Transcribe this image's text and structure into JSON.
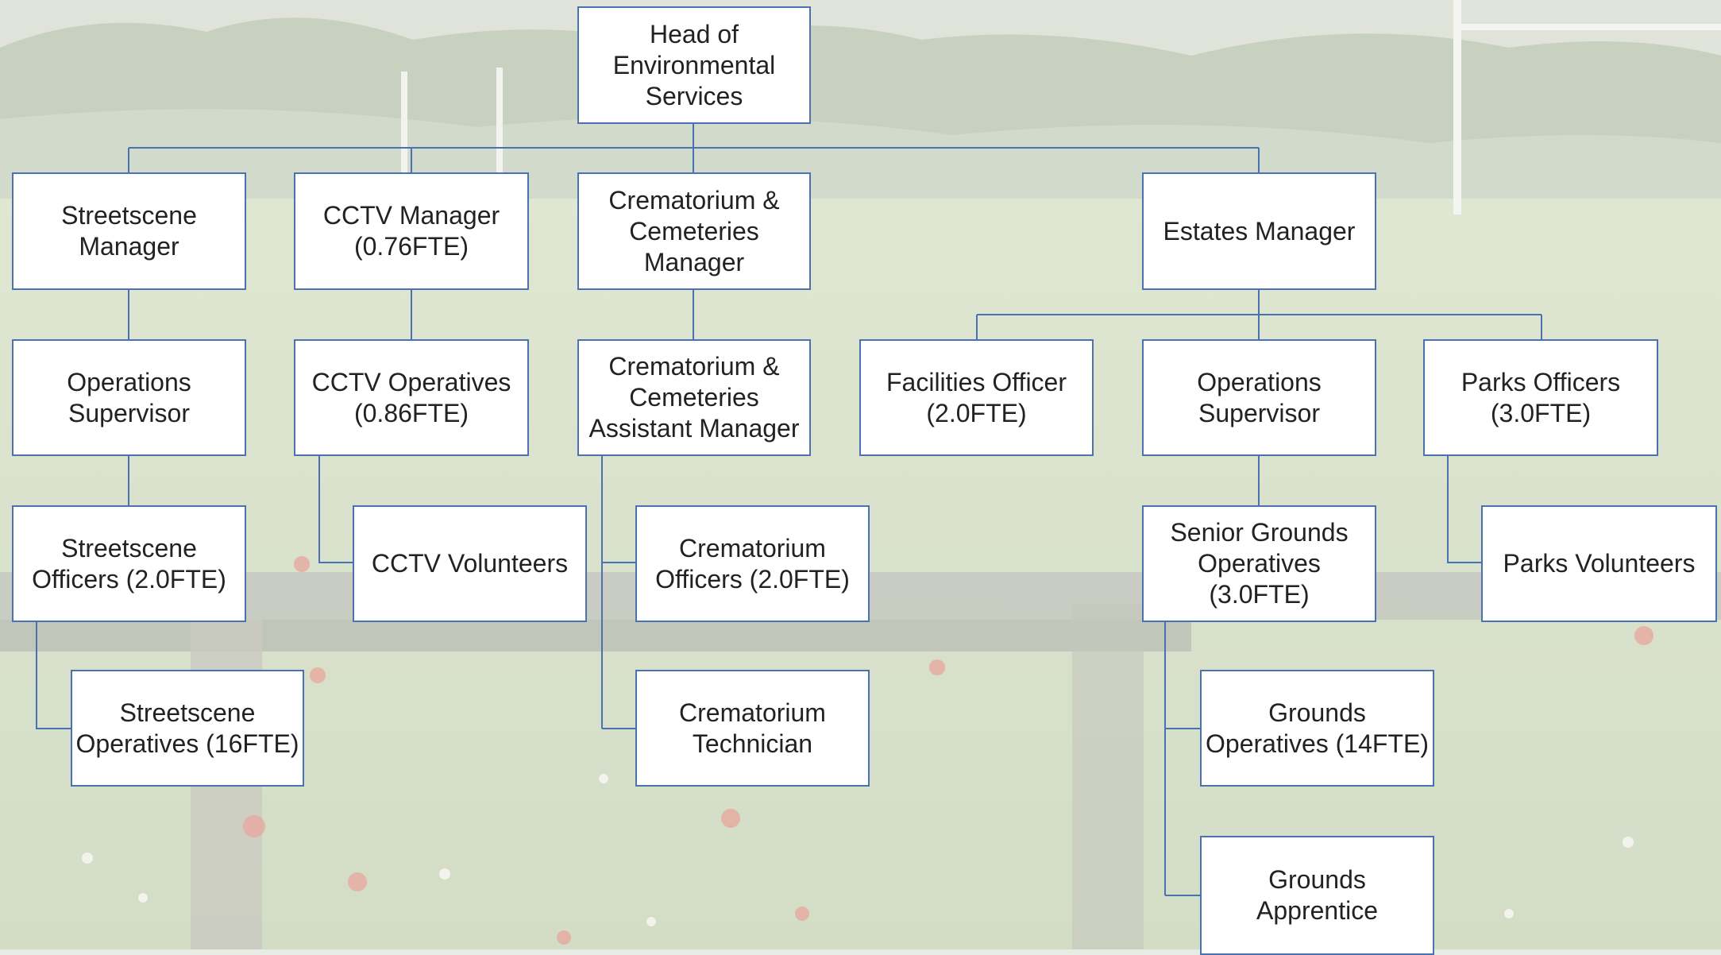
{
  "org_chart": {
    "head": "Head of\nEnvironmental\nServices",
    "streetscene": {
      "manager": "Streetscene\nManager",
      "supervisor": "Operations\nSupervisor",
      "officers": "Streetscene\nOfficers (2.0FTE)",
      "operatives": "Streetscene\nOperatives (16FTE)"
    },
    "cctv": {
      "manager": "CCTV Manager\n(0.76FTE)",
      "operatives": "CCTV Operatives\n(0.86FTE)",
      "volunteers": "CCTV Volunteers"
    },
    "crematorium": {
      "manager": "Crematorium &\nCemeteries\nManager",
      "assistant_manager": "Crematorium &\nCemeteries\nAssistant Manager",
      "officers": "Crematorium\nOfficers (2.0FTE)",
      "technician": "Crematorium\nTechnician"
    },
    "estates": {
      "manager": "Estates Manager",
      "facilities_officer": "Facilities Officer\n(2.0FTE)",
      "supervisor": "Operations\nSupervisor",
      "parks_officers": "Parks Officers\n(3.0FTE)",
      "parks_volunteers": "Parks Volunteers",
      "senior_grounds": "Senior Grounds\nOperatives\n(3.0FTE)",
      "grounds_operatives": "Grounds\nOperatives (14FTE)",
      "grounds_apprentice": "Grounds\nApprentice"
    }
  },
  "colors": {
    "box_border": "#4a72b0",
    "connector": "#4a72b0",
    "box_fill": "#ffffff",
    "text": "#222222"
  }
}
